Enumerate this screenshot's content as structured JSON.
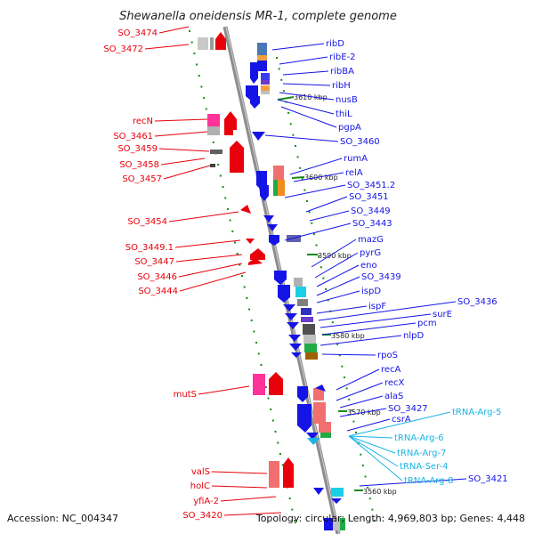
{
  "title": "Shewanella oneidensis MR-1, complete genome",
  "accession": "Accession: NC_004347",
  "summary": "Topology: circular; Length: 4,969,803 bp; Genes: 4,448",
  "colors": {
    "forward": "#e8000a",
    "reverse": "#1414e6",
    "trna": "#1ab4e6",
    "tick": "#1a8a1a",
    "backbone": "#909090"
  },
  "positions": [
    "3610 kbp",
    "3600 kbp",
    "3590 kbp",
    "3580 kbp",
    "3570 kbp",
    "3560 kbp"
  ],
  "left_genes": [
    "SO_3474",
    "SO_3472",
    "recN",
    "SO_3461",
    "SO_3459",
    "SO_3458",
    "SO_3457",
    "SO_3454",
    "SO_3449.1",
    "SO_3447",
    "SO_3446",
    "SO_3444",
    "mutS",
    "valS",
    "holC",
    "yfiA-2",
    "SO_3420"
  ],
  "right_genes": [
    "ribD",
    "ribE-2",
    "ribBA",
    "ribH",
    "nusB",
    "thiL",
    "pgpA",
    "SO_3460",
    "rumA",
    "relA",
    "SO_3451.2",
    "SO_3451",
    "SO_3449",
    "SO_3443",
    "mazG",
    "pyrG",
    "eno",
    "SO_3439",
    "ispD",
    "ispF",
    "SO_3436",
    "surE",
    "pcm",
    "nlpD",
    "rpoS",
    "recA",
    "recX",
    "alaS",
    "SO_3427",
    "csrA",
    "SO_3421"
  ],
  "trna_genes": [
    "tRNA-Arg-5",
    "tRNA-Arg-6",
    "tRNA-Arg-7",
    "tRNA-Ser-4",
    "tRNA-Arg-8"
  ]
}
